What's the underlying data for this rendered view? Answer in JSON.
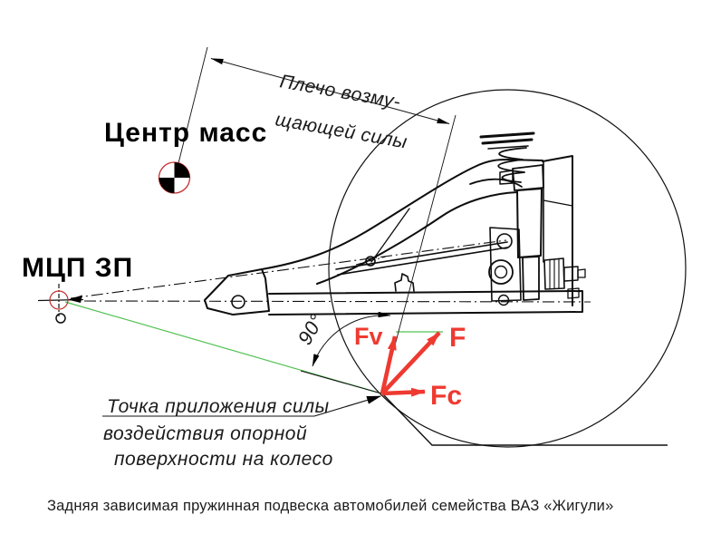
{
  "diagram": {
    "caption": "Задняя зависимая пружинная подвеска автомобилей семейства ВАЗ  «Жигули»",
    "center_of_mass_label": "Центр масс",
    "instant_center_label": "МЦП ЗП",
    "lever_label_line1": "Плечо возму-",
    "lever_label_line2": "щающей силы",
    "right_angle_label": "90°",
    "contact_label_line1": "Точка приложения силы",
    "contact_label_line2": "воздействия опорной",
    "contact_label_line3": "поверхности на колесо",
    "force_resultant": "F",
    "force_vertical": "Fv",
    "force_lateral": "Fc",
    "colors": {
      "force": "#ee3a31",
      "construction": "#54c254",
      "comring": "#c53030"
    }
  }
}
